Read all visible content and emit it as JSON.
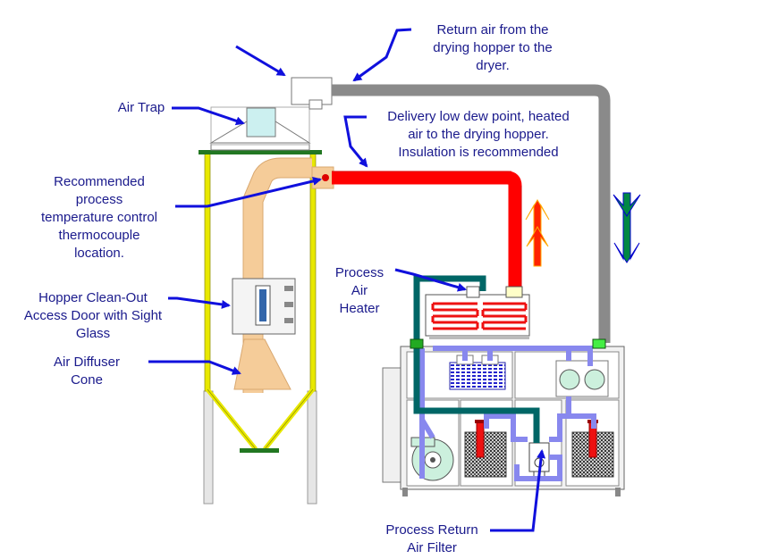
{
  "labels": {
    "return_air": [
      "Return air from the",
      "drying hopper to the",
      "dryer."
    ],
    "air_trap": [
      "Air Trap"
    ],
    "delivery_air": [
      "Delivery low dew point, heated",
      "air to the drying hopper.",
      "Insulation is recommended"
    ],
    "thermocouple": [
      "Recommended",
      "process",
      "temperature control",
      "thermocouple",
      "location."
    ],
    "process_air_heater": [
      "Process",
      "Air",
      "Heater"
    ],
    "hopper_door": [
      "Hopper Clean-Out",
      "Access Door with Sight",
      "Glass"
    ],
    "air_diffuser": [
      "Air Diffuser",
      "Cone"
    ],
    "return_filter": [
      "Process Return",
      "Air Filter"
    ]
  },
  "colors": {
    "label_text": "#1a1a8c",
    "pointer_arrow": "#1010dd",
    "hopper_frame": "#e8e800",
    "diffuser_tube": "#f5cc99",
    "delivery_pipe": "#ff0000",
    "return_pipe": "#8a8a8a",
    "heater_loop": "#006666",
    "inner_duct": "#8888ee",
    "heater_coil": "#ee1111",
    "direction_up": "#ff2200",
    "direction_down": "#008844"
  },
  "icons": {
    "up_arrow": "double-up-arrow-icon",
    "down_arrow": "double-down-arrow-icon"
  }
}
